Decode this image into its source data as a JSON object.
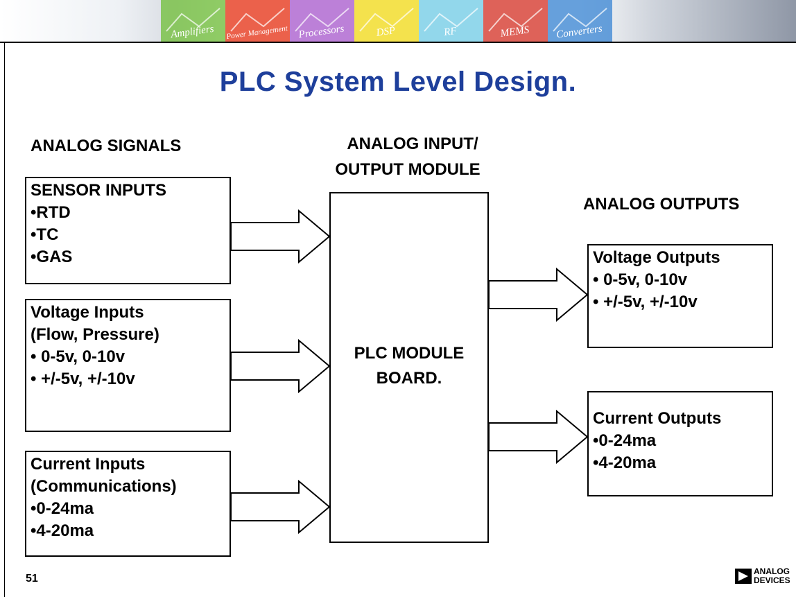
{
  "banner": {
    "tiles": [
      "Amplifiers",
      "Power Management",
      "Processors",
      "DSP",
      "RF",
      "MEMS",
      "Converters"
    ],
    "tile_colors": [
      "#7bc24a",
      "#e8452c",
      "#b06ad1",
      "#f2dd2e",
      "#7fd0e8",
      "#d8463c",
      "#4b8fd6"
    ]
  },
  "title": "PLC System Level Design.",
  "headings": {
    "signals": "ANALOG SIGNALS",
    "module_line1": "ANALOG INPUT/",
    "module_line2": "OUTPUT MODULE",
    "outputs": "ANALOG OUTPUTS"
  },
  "sensor_box": {
    "lines": [
      "SENSOR INPUTS",
      "•RTD",
      "•TC",
      "•GAS"
    ]
  },
  "voltage_in_box": {
    "lines": [
      "Voltage Inputs",
      "(Flow, Pressure)",
      "• 0-5v, 0-10v",
      "• +/-5v, +/-10v"
    ]
  },
  "current_in_box": {
    "lines": [
      "Current Inputs",
      "(Communications)",
      "•0-24ma",
      "•4-20ma"
    ]
  },
  "plc_box": {
    "line1": "PLC MODULE",
    "line2": "BOARD."
  },
  "voltage_out_box": {
    "lines": [
      "Voltage Outputs",
      "• 0-5v, 0-10v",
      "• +/-5v, +/-10v"
    ]
  },
  "current_out_box": {
    "lines": [
      "Current Outputs",
      "•0-24ma",
      "•4-20ma"
    ]
  },
  "footer": {
    "page_number": "51",
    "logo_line1": "ANALOG",
    "logo_line2": "DEVICES"
  },
  "colors": {
    "title": "#1e3f9b",
    "stroke": "#000000"
  }
}
